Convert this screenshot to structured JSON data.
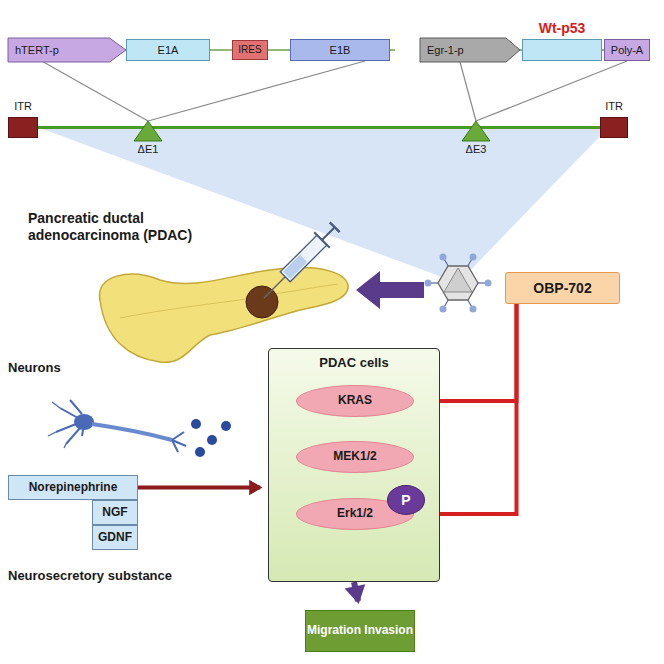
{
  "diagram": {
    "nodes": [
      {
        "text": [
          "hTERT-p"
        ]
      },
      {
        "text": [
          "E1A"
        ]
      },
      {
        "text": [
          "IRES"
        ]
      },
      {
        "text": [
          "E1B"
        ]
      },
      {
        "text": [
          "Egr-1-p"
        ]
      },
      {
        "text": [
          "Wt-p53"
        ]
      },
      {
        "text": [
          "Poly-A"
        ]
      },
      {
        "text": [
          "ITR"
        ]
      },
      {
        "text": [
          "ITR"
        ]
      },
      {
        "text": [
          "ΔE1"
        ]
      },
      {
        "text": [
          "ΔE3"
        ]
      },
      {
        "text": [
          "OBP-702"
        ]
      },
      {
        "text": [
          "PDAC cells"
        ]
      },
      {
        "text": [
          "KRAS"
        ],
        "in": 12
      },
      {
        "text": [
          "MEK1/2"
        ],
        "in": 12
      },
      {
        "text": [
          "Erk1/2"
        ],
        "in": 12
      },
      {
        "text": [
          "P"
        ],
        "in": 12
      },
      {
        "text": [
          "Migration Invasion"
        ]
      },
      {
        "text": [
          "Norepinephrine"
        ]
      },
      {
        "text": [
          "NGF"
        ]
      },
      {
        "text": [
          "GDNF"
        ]
      }
    ],
    "edges": [
      {
        "from": 13,
        "to": 14,
        "arrow": "to"
      },
      {
        "from": 14,
        "to": 15,
        "arrow": "to"
      },
      {
        "from": 12,
        "to": 17,
        "arrow": "to"
      },
      {
        "from": 11,
        "to": 13,
        "arrow": "to"
      },
      {
        "from": 11,
        "to": 15,
        "arrow": "to"
      },
      {
        "from": 18,
        "to": 12,
        "arrow": "to"
      },
      {
        "from": 7,
        "to": 8,
        "arrow": "none"
      },
      {
        "from": 0,
        "to": 9,
        "arrow": "none"
      },
      {
        "from": 3,
        "to": 9,
        "arrow": "none"
      },
      {
        "from": 4,
        "to": 10,
        "arrow": "none"
      },
      {
        "from": 6,
        "to": 10,
        "arrow": "none"
      }
    ],
    "labels": [
      "Pancreatic ductal adenocarcinoma (PDAC)",
      "Neurons",
      "Neurosecretory substance"
    ]
  }
}
